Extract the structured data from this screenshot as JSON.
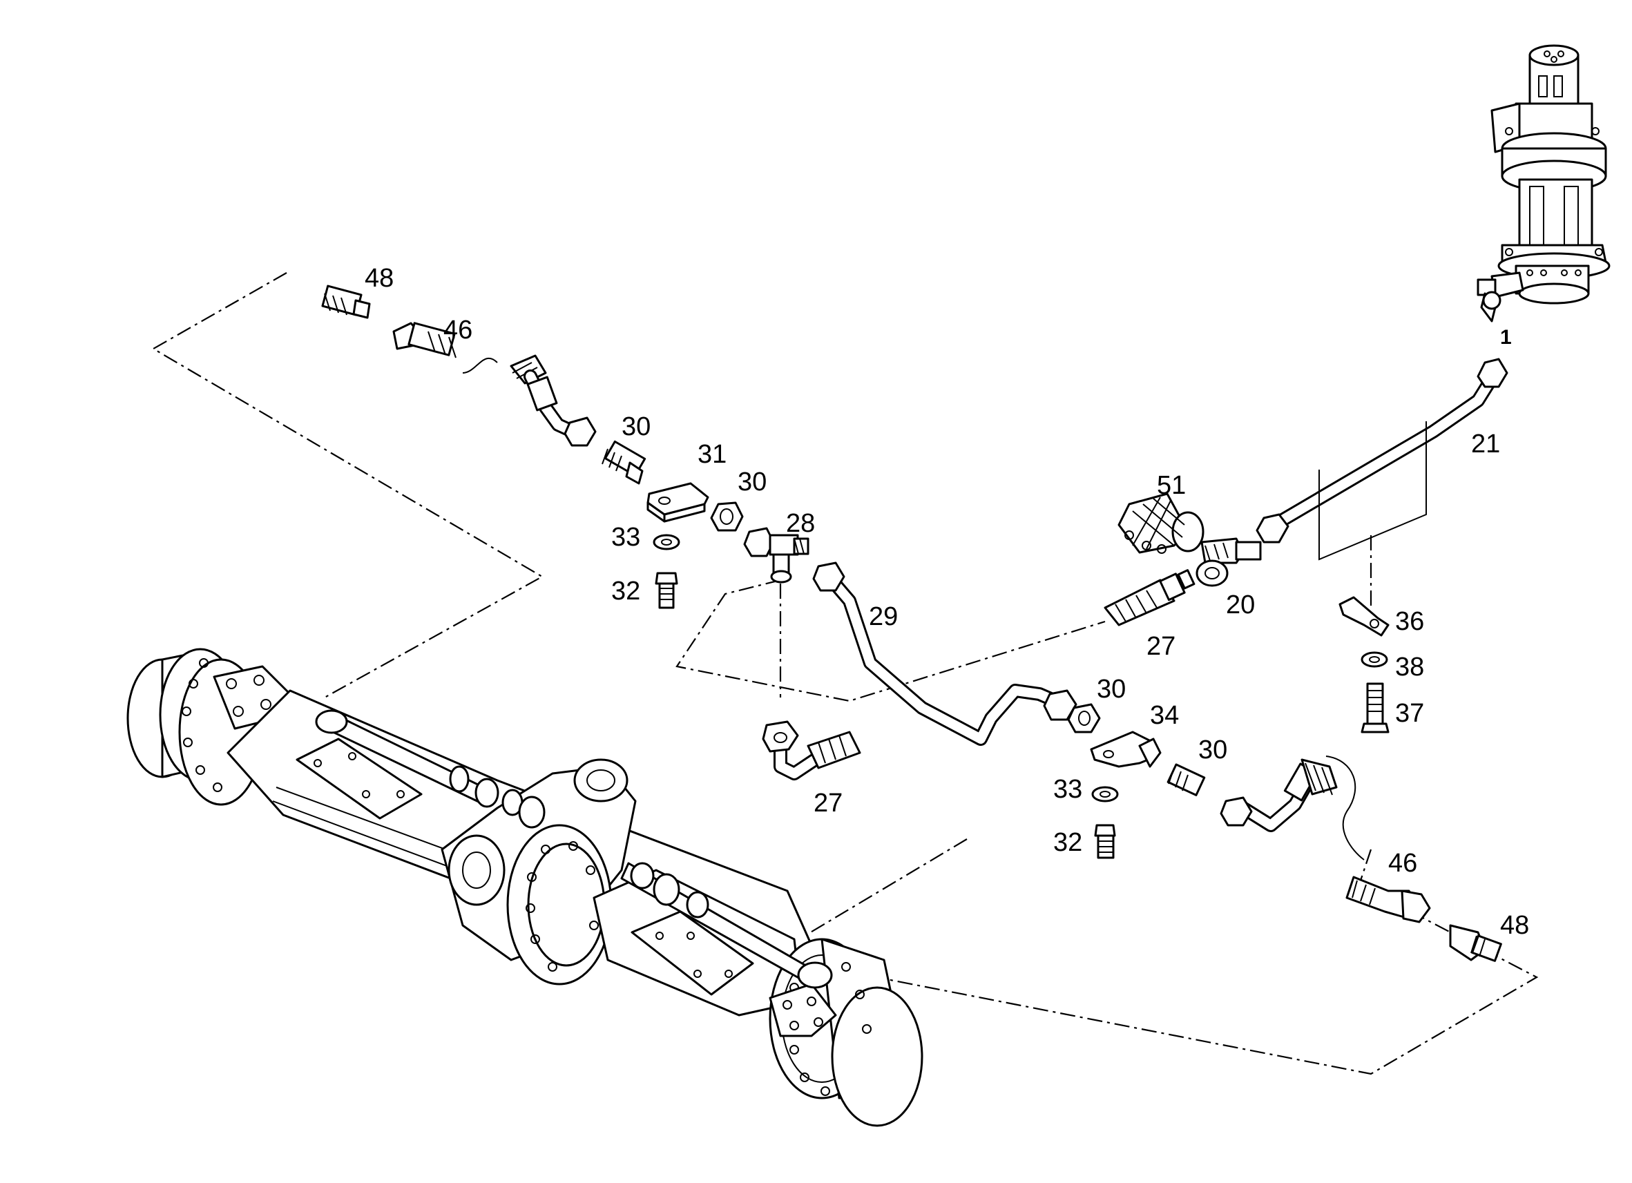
{
  "callouts": {
    "c1": "1",
    "c20": "20",
    "c21": "21",
    "c27a": "27",
    "c27b": "27",
    "c28": "28",
    "c29": "29",
    "c30a": "30",
    "c30b": "30",
    "c30c": "30",
    "c30d": "30",
    "c31": "31",
    "c32a": "32",
    "c32b": "32",
    "c33a": "33",
    "c33b": "33",
    "c34": "34",
    "c36": "36",
    "c37": "37",
    "c38": "38",
    "c46a": "46",
    "c46b": "46",
    "c48a": "48",
    "c48b": "48",
    "c51": "51"
  }
}
